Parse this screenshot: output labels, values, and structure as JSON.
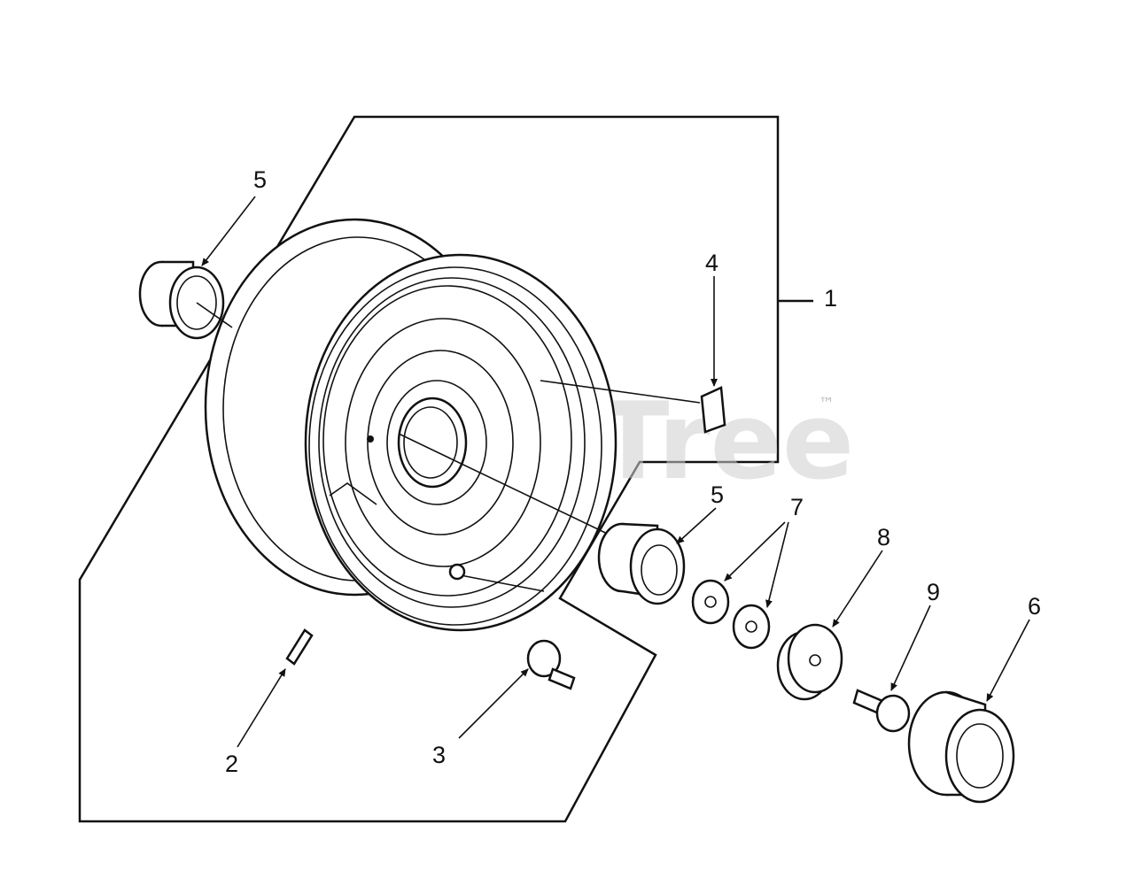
{
  "diagram": {
    "watermark": {
      "text": "PartsTree",
      "trademark": "™"
    },
    "callouts": [
      {
        "id": "1",
        "label": "1"
      },
      {
        "id": "2",
        "label": "2"
      },
      {
        "id": "3",
        "label": "3"
      },
      {
        "id": "4",
        "label": "4"
      },
      {
        "id": "5a",
        "label": "5"
      },
      {
        "id": "5b",
        "label": "5"
      },
      {
        "id": "6",
        "label": "6"
      },
      {
        "id": "7",
        "label": "7"
      },
      {
        "id": "8",
        "label": "8"
      },
      {
        "id": "9",
        "label": "9"
      }
    ],
    "colors": {
      "line": "#111111",
      "background": "#ffffff",
      "watermark": "#cfcfcf"
    }
  }
}
